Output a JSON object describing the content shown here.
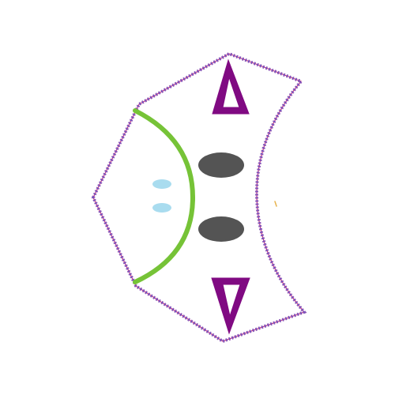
{
  "colors": {
    "background": "#ffffff",
    "outline_purple": "#8d57b7",
    "outline_blue": "#3a56d1",
    "outline_magenta": "#c72d7c",
    "eye_gray": "#545454",
    "arc_green": "#76c337",
    "dot_blue": "#a9dcef",
    "triangle_purple": "#800a82",
    "accent_yellow": "#e7b34d"
  },
  "shapes": [
    "stitched-shield-outline",
    "green-smile-arc",
    "gray-eye-top",
    "gray-eye-bottom",
    "blue-dot-top",
    "blue-dot-bottom",
    "purple-triangle-top",
    "purple-triangle-bottom"
  ]
}
